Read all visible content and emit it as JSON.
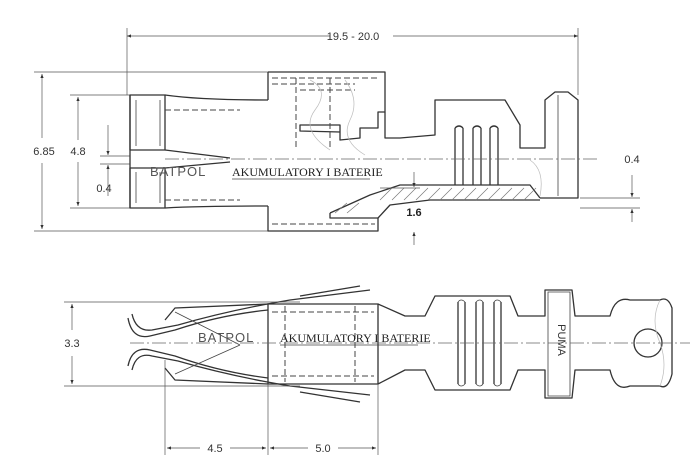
{
  "dimensions": {
    "total_length": "19.5 - 20.0",
    "height": "6.85",
    "contact_height": "4.8",
    "slot_width": "0.4",
    "tail_thickness": "0.4",
    "step_height": "1.6",
    "bottom_width": "3.3",
    "contact_length": "4.5",
    "barrel_length": "5.0"
  },
  "watermark": {
    "logo": "BATPOL",
    "text": "AKUMULATORY I BATERIE"
  },
  "stamp": "PUMA"
}
